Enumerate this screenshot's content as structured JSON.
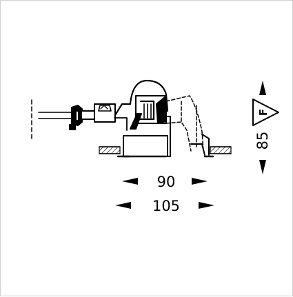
{
  "diagram": {
    "dimensions": {
      "inner_width": "90",
      "outer_width": "105",
      "height": "85"
    },
    "certification_mark": "F",
    "colors": {
      "line": "#000000",
      "background": "#ffffff",
      "frame": "#cfcfcf"
    }
  }
}
